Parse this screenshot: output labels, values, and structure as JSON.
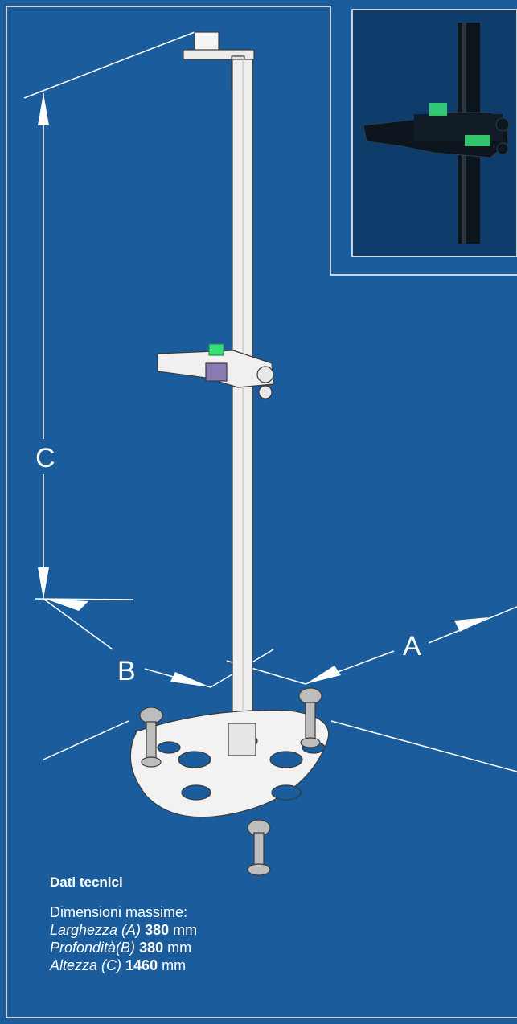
{
  "dimension_labels": {
    "a": "A",
    "b": "B",
    "c": "C"
  },
  "specs": {
    "title": "Dati tecnici",
    "subtitle": "Dimensioni massime:",
    "rows": [
      {
        "label": "Larghezza (A)",
        "value": "380",
        "unit": "mm"
      },
      {
        "label": "Profondità(B)",
        "value": "380",
        "unit": "mm"
      },
      {
        "label": "Altezza (C)",
        "value": "1460",
        "unit": "mm"
      }
    ]
  },
  "colors": {
    "background": "#1a5c9c",
    "lines": "#ffffff",
    "level_green": "#39e07a"
  }
}
